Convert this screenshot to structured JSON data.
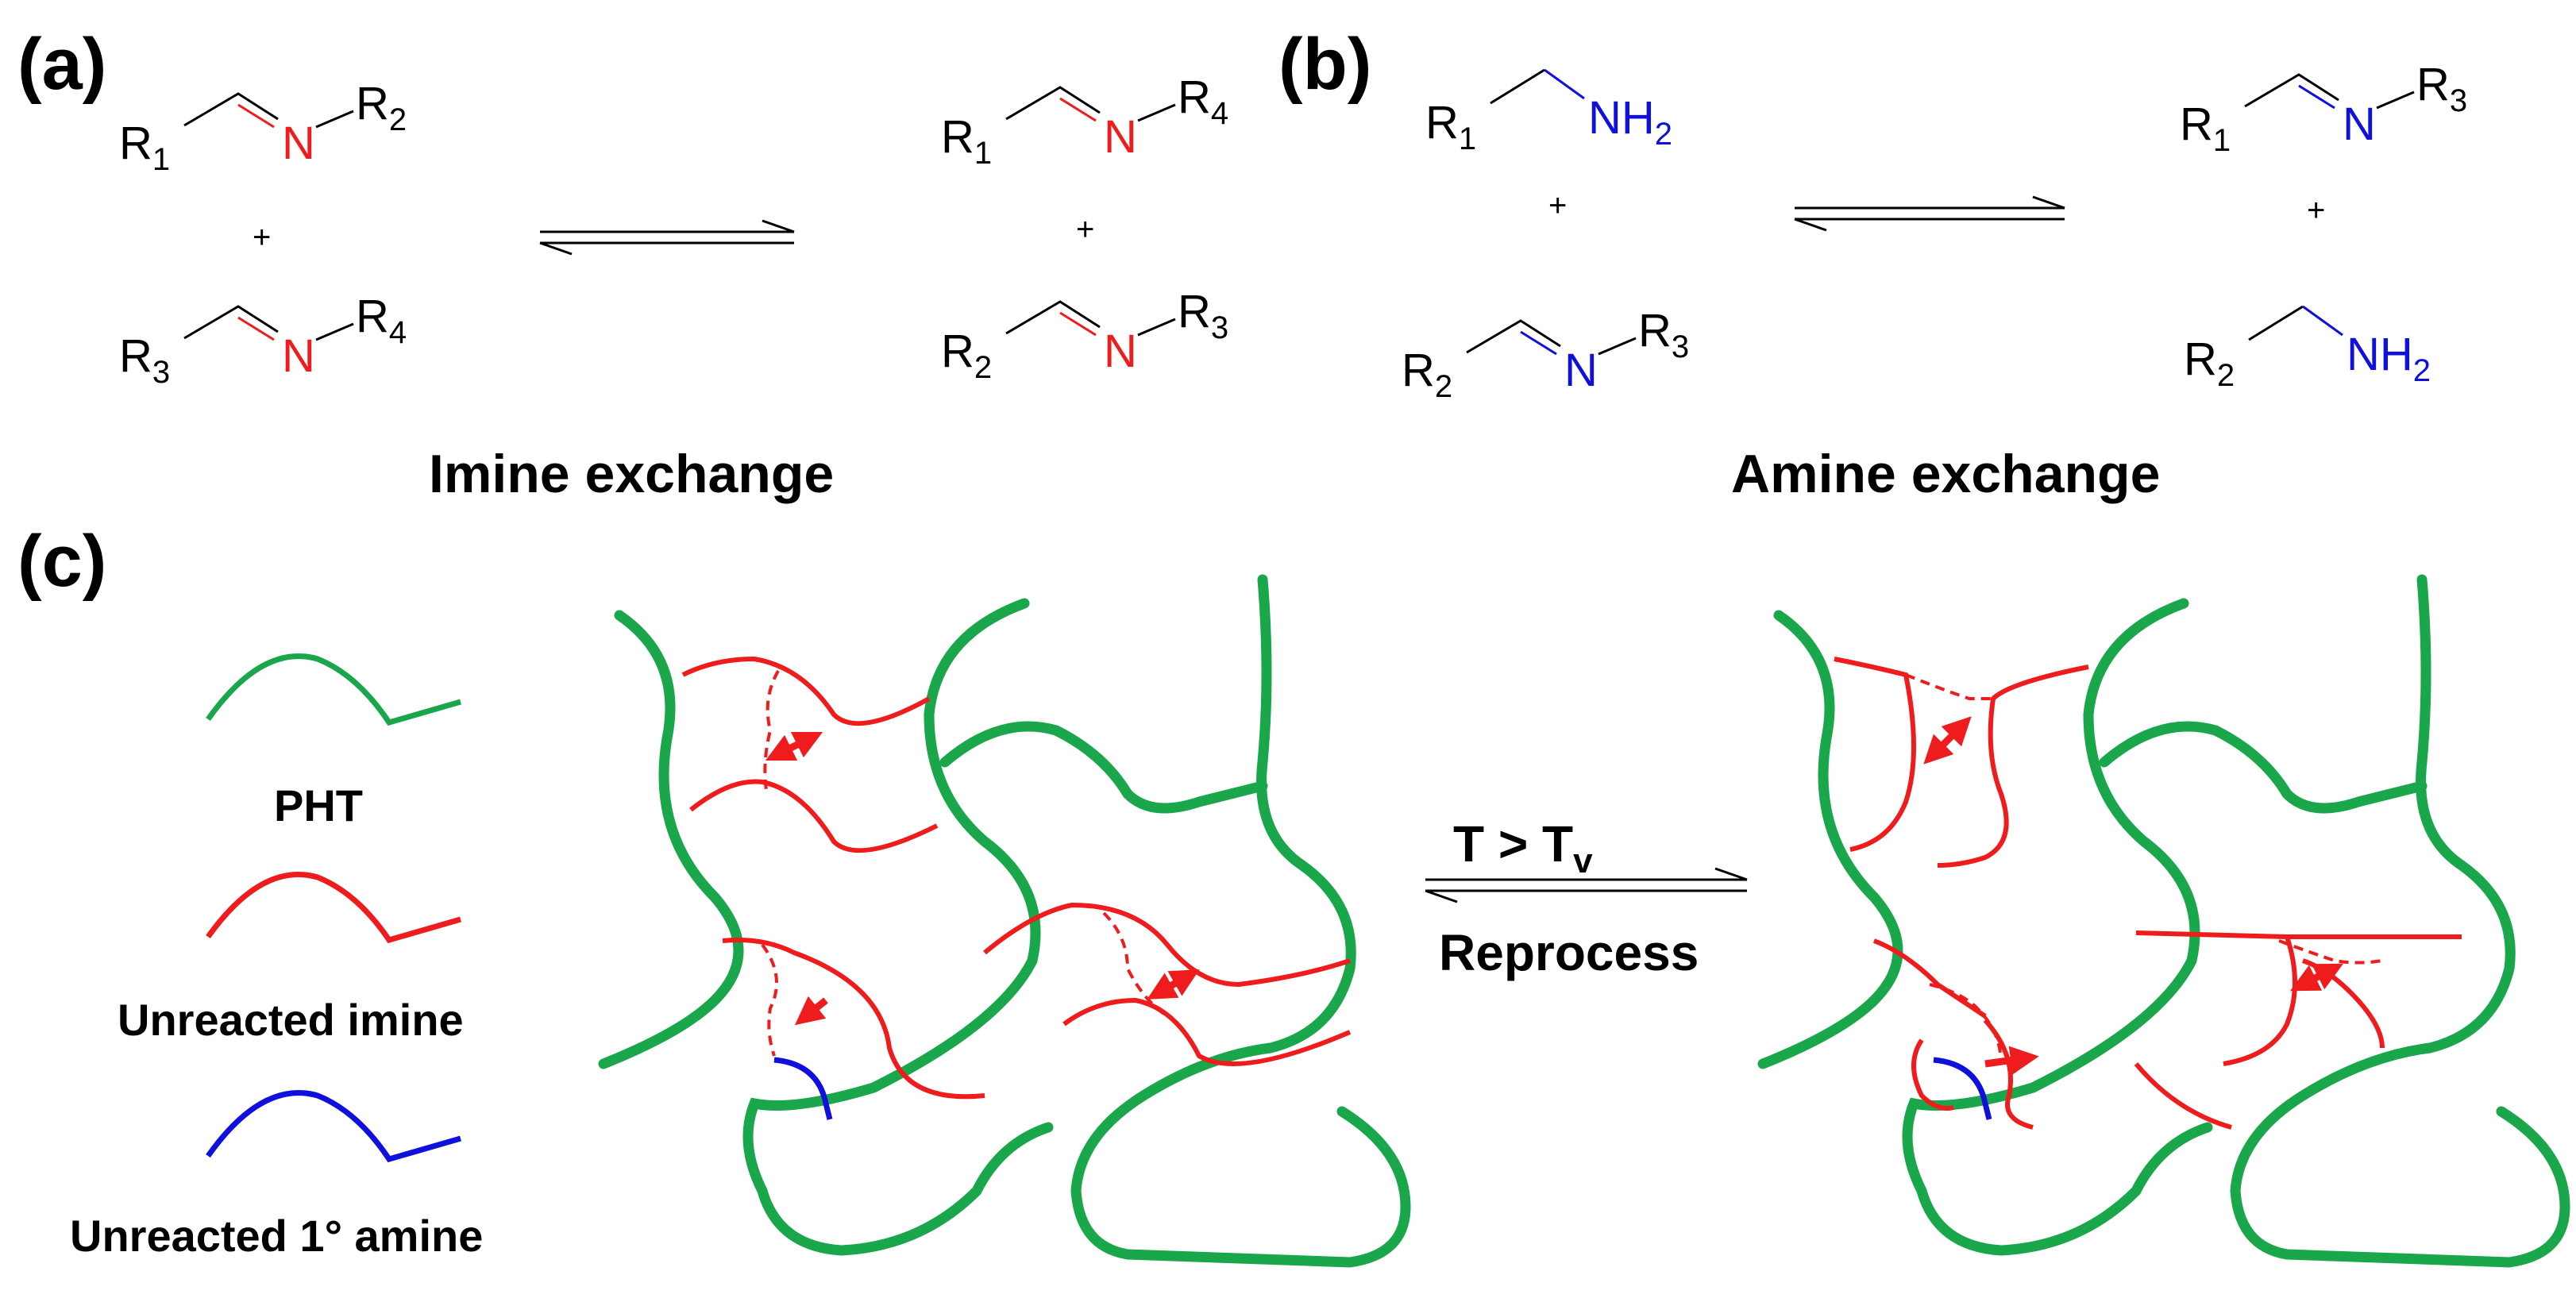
{
  "panels": {
    "a": {
      "label": "(a)",
      "caption": "Imine exchange",
      "plus": "+",
      "reactants": [
        {
          "left_group": "R",
          "left_sub": "1",
          "atom": "N",
          "right_group": "R",
          "right_sub": "2"
        },
        {
          "left_group": "R",
          "left_sub": "3",
          "atom": "N",
          "right_group": "R",
          "right_sub": "4"
        }
      ],
      "products": [
        {
          "left_group": "R",
          "left_sub": "1",
          "atom": "N",
          "right_group": "R",
          "right_sub": "4"
        },
        {
          "left_group": "R",
          "left_sub": "2",
          "atom": "N",
          "right_group": "R",
          "right_sub": "3"
        }
      ]
    },
    "b": {
      "label": "(b)",
      "caption": "Amine exchange",
      "plus": "+",
      "reactants": [
        {
          "left_group": "R",
          "left_sub": "1",
          "amine": "NH",
          "amine_sub": "2"
        },
        {
          "left_group": "R",
          "left_sub": "2",
          "atom": "N",
          "right_group": "R",
          "right_sub": "3"
        }
      ],
      "products": [
        {
          "left_group": "R",
          "left_sub": "1",
          "atom": "N",
          "right_group": "R",
          "right_sub": "3"
        },
        {
          "left_group": "R",
          "left_sub": "2",
          "amine": "NH",
          "amine_sub": "2"
        }
      ]
    },
    "c": {
      "label": "(c)",
      "legend": [
        {
          "label": "PHT",
          "color": "#1aa64a"
        },
        {
          "label": "Unreacted imine",
          "color": "#ee1c1c"
        },
        {
          "label": "Unreacted 1° amine",
          "color": "#1010dd"
        }
      ],
      "condition_top": "T > T",
      "condition_top_sub": "v",
      "condition_bottom": "Reprocess"
    }
  },
  "colors": {
    "imine_bond": "#ee1c1c",
    "amine": "#1010dd",
    "network": "#1aa64a",
    "text": "#000000"
  }
}
